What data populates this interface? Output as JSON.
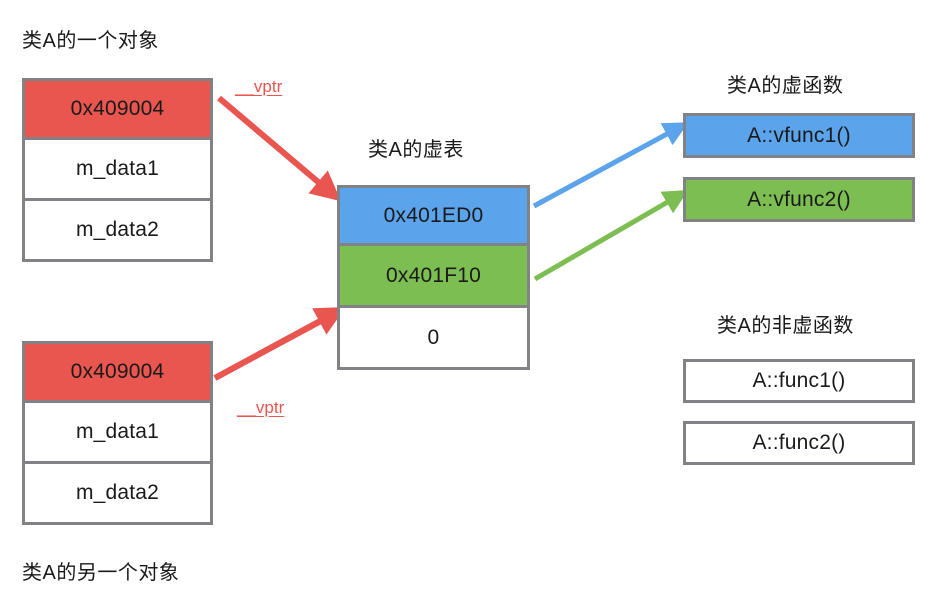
{
  "diagram": {
    "title_object_one": "类A的一个对象",
    "title_object_two": "类A的另一个对象",
    "title_vtable": "类A的虚表",
    "title_virtual_funcs": "类A的虚函数",
    "title_nonvirtual_funcs": "类A的非虚函数",
    "vptr_label_top": "__vptr",
    "vptr_label_bottom": "__vptr"
  },
  "object_one": {
    "cells": [
      {
        "text": "0x409004",
        "fill": "#e8564f"
      },
      {
        "text": "m_data1",
        "fill": "#ffffff"
      },
      {
        "text": "m_data2",
        "fill": "#ffffff"
      }
    ]
  },
  "object_two": {
    "cells": [
      {
        "text": "0x409004",
        "fill": "#e8564f"
      },
      {
        "text": "m_data1",
        "fill": "#ffffff"
      },
      {
        "text": "m_data2",
        "fill": "#ffffff"
      }
    ]
  },
  "vtable": {
    "cells": [
      {
        "text": "0x401ED0",
        "fill": "#5ba3eb"
      },
      {
        "text": "0x401F10",
        "fill": "#7cbe52"
      },
      {
        "text": "0",
        "fill": "#ffffff"
      }
    ]
  },
  "virtual_functions": [
    {
      "text": "A::vfunc1()",
      "fill": "#5ba3eb"
    },
    {
      "text": "A::vfunc2()",
      "fill": "#7cbe52"
    }
  ],
  "nonvirtual_functions": [
    {
      "text": "A::func1()",
      "fill": "#ffffff"
    },
    {
      "text": "A::func2()",
      "fill": "#ffffff"
    }
  ],
  "colors": {
    "red": "#e8564f",
    "blue": "#5ba3eb",
    "green": "#7cbe52",
    "border": "#808285",
    "text": "#1a1a1a",
    "background": "#ffffff"
  }
}
